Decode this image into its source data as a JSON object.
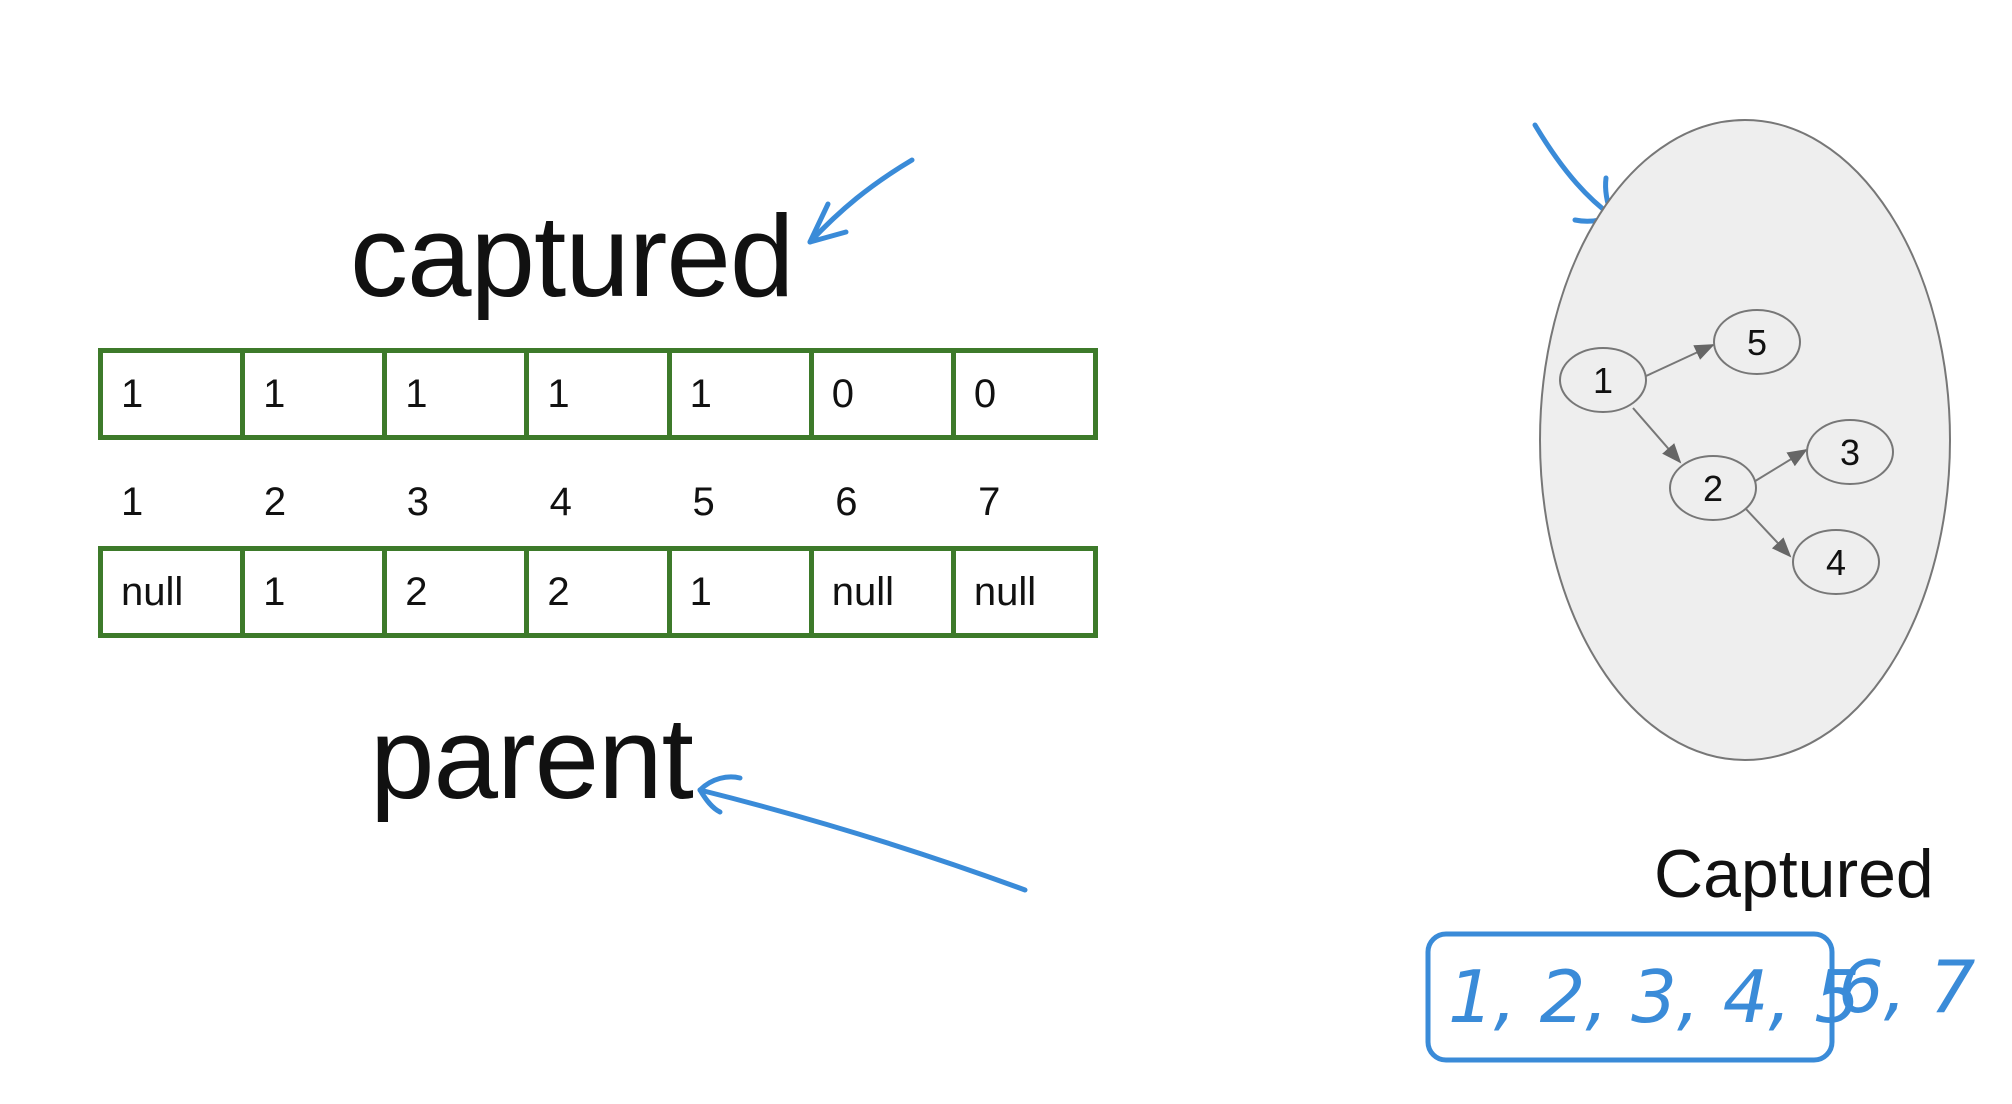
{
  "titles": {
    "captured": "captured",
    "parent": "parent",
    "captured_caption": "Captured"
  },
  "captured_array": [
    "1",
    "1",
    "1",
    "1",
    "1",
    "0",
    "0"
  ],
  "indices": [
    "1",
    "2",
    "3",
    "4",
    "5",
    "6",
    "7"
  ],
  "parent_array": [
    "null",
    "1",
    "2",
    "2",
    "1",
    "null",
    "null"
  ],
  "tree": {
    "nodes": [
      "1",
      "5",
      "2",
      "3",
      "4"
    ],
    "edges": [
      [
        "1",
        "5"
      ],
      [
        "1",
        "2"
      ],
      [
        "2",
        "3"
      ],
      [
        "2",
        "4"
      ]
    ]
  },
  "handwriting": {
    "boxed": "1, 2, 3, 4, 5",
    "rest": "6, 7"
  },
  "colors": {
    "array_border": "#3d7a2a",
    "ink": "#3a8bd8",
    "cloud_fill": "#eeeeee"
  }
}
